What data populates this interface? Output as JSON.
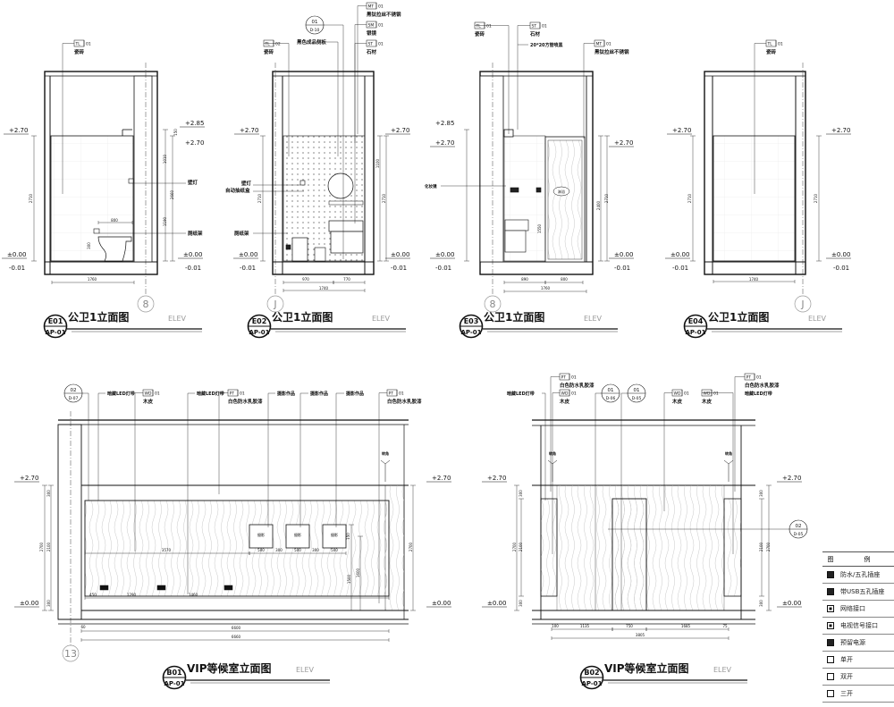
{
  "colors": {
    "line": "#111111",
    "hatch": "#bbbbbb",
    "elev_tag": "#9a9a9a"
  },
  "top": [
    {
      "code": "E01",
      "sheet": "AP-01",
      "title": "公卫1立面图",
      "elev": "ELEV",
      "grid": "8",
      "tags": [
        {
          "code": "TL",
          "num": "01",
          "label": "瓷砖"
        }
      ],
      "notes": [
        "壁灯",
        "厕纸架"
      ],
      "levels": [
        "+2.70",
        "±0.00",
        "-0.01",
        "+2.85",
        "+2.70",
        "±0.00",
        "-0.01"
      ],
      "dims": [
        "2710",
        "1760",
        "800",
        "300",
        "1010",
        "2660",
        "1190",
        "150"
      ]
    },
    {
      "code": "E02",
      "sheet": "AP-01",
      "title": "公卫1立面图",
      "elev": "ELEV",
      "grid": "J",
      "tags": [
        {
          "code": "TL",
          "num": "02",
          "label": "瓷砖"
        },
        {
          "code": "MT",
          "num": "01",
          "label": "黑钛拉丝不锈钢"
        },
        {
          "code": "SM",
          "num": "01",
          "label": "银镜"
        },
        {
          "code": "ST",
          "num": "01",
          "label": "石材"
        }
      ],
      "refs": [
        {
          "num": "01",
          "sheet": "D-10"
        }
      ],
      "notes": [
        "黑色成品侧板",
        "壁灯",
        "自动抽纸盒",
        "厕纸架"
      ],
      "levels": [
        "+2.70",
        "±0.00",
        "-0.01",
        "+2.70",
        "±0.00",
        "-0.01"
      ],
      "dims": [
        "970",
        "770",
        "1740",
        "2710",
        "1100",
        "2710"
      ]
    },
    {
      "code": "E03",
      "sheet": "AP-01",
      "title": "公卫1立面图",
      "elev": "ELEV",
      "grid": "8",
      "tags": [
        {
          "code": "TL",
          "num": "01",
          "label": "瓷砖"
        },
        {
          "code": "ST",
          "num": "01",
          "label": "石材"
        },
        {
          "code": "MT",
          "num": "01",
          "label": "黑钛拉丝不锈钢"
        }
      ],
      "notes": [
        "20*20方管喷黑",
        "化妆镜",
        "淋浴"
      ],
      "levels": [
        "+2.85",
        "+2.70",
        "±0.00",
        "-0.01",
        "+2.70",
        "±0.00",
        "-0.01"
      ],
      "dims": [
        "890",
        "800",
        "1760",
        "2710",
        "2400",
        "1550"
      ]
    },
    {
      "code": "E04",
      "sheet": "AP-01",
      "title": "公卫1立面图",
      "elev": "ELEV",
      "grid": "J",
      "tags": [
        {
          "code": "TL",
          "num": "01",
          "label": "瓷砖"
        }
      ],
      "levels": [
        "+2.70",
        "±0.00",
        "-0.01",
        "+2.70",
        "±0.00",
        "-0.01"
      ],
      "dims": [
        "2710",
        "2710",
        "1740"
      ]
    }
  ],
  "bottom": [
    {
      "code": "B01",
      "sheet": "AP-01",
      "title": "VIP等候室立面图",
      "elev": "ELEV",
      "grid": "13",
      "refs": [
        {
          "num": "02",
          "sheet": "D-07"
        }
      ],
      "tags": [
        {
          "code": "WD",
          "num": "01",
          "label": "木皮"
        },
        {
          "code": "PT",
          "num": "01",
          "label": "白色防水乳胶漆"
        },
        {
          "code": "PT",
          "num": "01",
          "label": "白色防水乳胶漆"
        }
      ],
      "notes": [
        "暗藏LED灯带",
        "暗藏LED灯带",
        "摄影作品",
        "摄影作品",
        "摄影作品",
        "转角",
        "摄影",
        "摄影",
        "摄影"
      ],
      "levels": [
        "+2.70",
        "±0.00",
        "+2.70",
        "±0.00"
      ],
      "dims": [
        "500",
        "300",
        "500",
        "300",
        "500",
        "3570",
        "450",
        "1290",
        "1460",
        "6600",
        "6660",
        "60",
        "2700",
        "2100",
        "300",
        "300",
        "1500",
        "1600",
        "150",
        "2700"
      ]
    },
    {
      "code": "B02",
      "sheet": "AP-01",
      "title": "VIP等候室立面图",
      "elev": "ELEV",
      "refs": [
        {
          "num": "01",
          "sheet": "D-06"
        },
        {
          "num": "01",
          "sheet": "D-05"
        },
        {
          "num": "02",
          "sheet": "D-05"
        }
      ],
      "tags": [
        {
          "code": "PT",
          "num": "01",
          "label": "白色防水乳胶漆"
        },
        {
          "code": "WD",
          "num": "01",
          "label": "木皮"
        },
        {
          "code": "WD",
          "num": "01",
          "label": "木皮"
        },
        {
          "code": "WD",
          "num": "01",
          "label": "木皮"
        },
        {
          "code": "PT",
          "num": "01",
          "label": "白色防水乳胶漆"
        }
      ],
      "notes": [
        "暗藏LED灯带",
        "暗藏LED灯带",
        "转角",
        "转角"
      ],
      "levels": [
        "+2.70",
        "±0.00",
        "+2.70",
        "±0.00"
      ],
      "dims": [
        "100",
        "1135",
        "750",
        "1685",
        "75",
        "3805",
        "2700",
        "2100",
        "300",
        "300",
        "300",
        "2100",
        "2700",
        "300"
      ]
    }
  ],
  "legend": {
    "header": [
      "图",
      "例"
    ],
    "items": [
      {
        "icon": "waterproof-five-hole-socket-icon",
        "label": "防水/五孔插座"
      },
      {
        "icon": "usb-five-hole-socket-icon",
        "label": "带USB五孔插座"
      },
      {
        "icon": "network-port-icon",
        "label": "网络接口"
      },
      {
        "icon": "tv-signal-port-icon",
        "label": "电视信号接口"
      },
      {
        "icon": "reserved-power-icon",
        "label": "预留电源"
      },
      {
        "icon": "single-switch-icon",
        "label": "单开"
      },
      {
        "icon": "double-switch-icon",
        "label": "双开"
      },
      {
        "icon": "triple-switch-icon",
        "label": "三开"
      }
    ]
  }
}
